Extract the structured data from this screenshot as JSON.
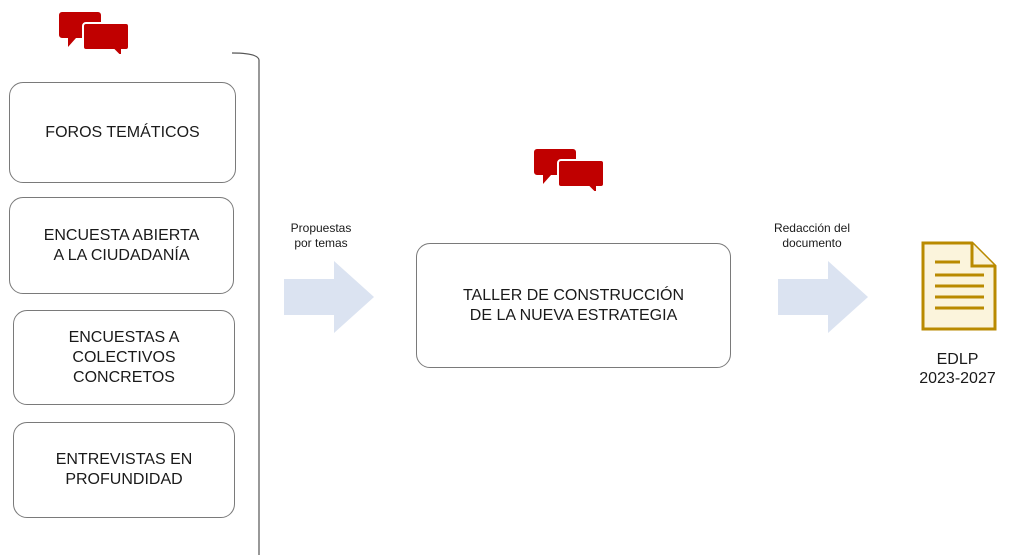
{
  "colors": {
    "speech_icon": "#c00000",
    "arrow": "#dbe3f1",
    "document_stroke": "#b98a00",
    "box_border": "#7a7a7a",
    "bracket": "#555555"
  },
  "icons": {
    "top": "speech-bubbles-icon",
    "middle": "speech-bubbles-icon",
    "document": "document-icon"
  },
  "inputs": [
    {
      "label": "FOROS TEMÁTICOS"
    },
    {
      "label": "ENCUESTA ABIERTA\nA LA CIUDADANÍA"
    },
    {
      "label": "ENCUESTAS A\nCOLECTIVOS\nCONCRETOS"
    },
    {
      "label": "ENTREVISTAS EN\nPROFUNDIDAD"
    }
  ],
  "arrow1_label": "Propuestas\npor temas",
  "workshop_label": "TALLER DE CONSTRUCCIÓN\nDE LA NUEVA ESTRATEGIA",
  "arrow2_label": "Redacción del\ndocumento",
  "output_label": "EDLP\n2023-2027"
}
